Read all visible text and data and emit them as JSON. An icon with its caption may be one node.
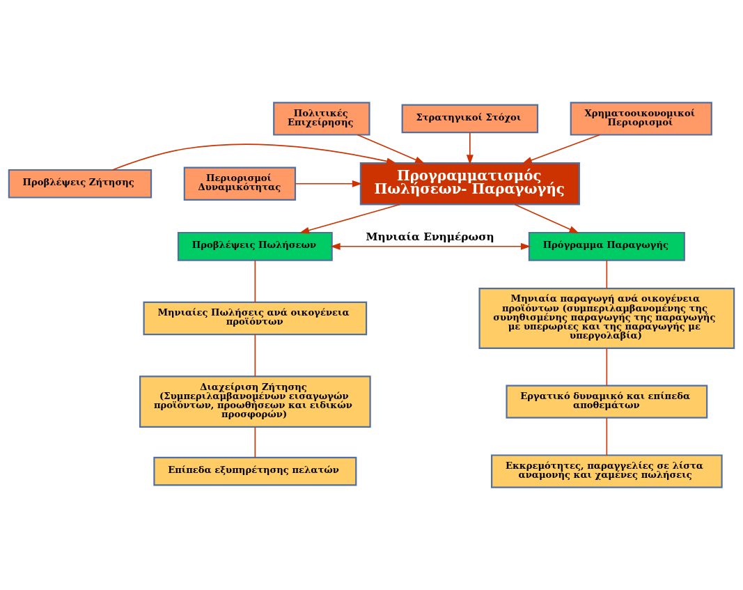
{
  "diagram": {
    "nodes": [
      {
        "text": [
          "Πολιτικές Επιχείρησης"
        ]
      },
      {
        "text": [
          "Στρατηγικοί Στόχοι"
        ]
      },
      {
        "text": [
          "Χρηματοοικονομικοί Περιορισμοί"
        ]
      },
      {
        "text": [
          "Προβλέψεις Ζήτησης"
        ]
      },
      {
        "text": [
          "Προγραμματισμός Πωλήσεων- Παραγωγής"
        ]
      },
      {
        "text": [
          "Περιορισμοί Δυναμικότητας"
        ]
      },
      {
        "text": [
          "Προβλέψεις Πωλήσεων"
        ]
      },
      {
        "text": [
          "Πρόγραμμα Παραγωγής"
        ]
      },
      {
        "text": [
          "Μηνιαίες Πωλήσεις ανά οικογένεια προϊόντων"
        ]
      },
      {
        "text": [
          "Μηνιαία παραγωγή ανά οικογένεια προϊόντων (συμπεριλαμβανομένης της συνηθισμένης παραγωγής της παραγωγής με υπερωρίες και της παραγωγής με υπεργολαβία)"
        ]
      },
      {
        "text": [
          "Διαχείριση Ζήτησης (Συμπεριλαμβανομένων εισαγωγών προϊόντων, προωθήσεων και ειδικών προσφορών)"
        ]
      },
      {
        "text": [
          "Εργατικό δυναμικό και επίπεδα αποθεμάτων"
        ]
      },
      {
        "text": [
          "Επίπεδα εξυπηρέτησης πελατών"
        ]
      },
      {
        "text": [
          "Εκκρεμότητες, παραγγελίες σε λίστα αναμονής και χαμένες πωλήσεις"
        ]
      }
    ],
    "edges": [
      {
        "from": 0,
        "to": 4,
        "arrow": "to"
      },
      {
        "from": 1,
        "to": 4,
        "arrow": "to"
      },
      {
        "from": 2,
        "to": 4,
        "arrow": "to"
      },
      {
        "from": 3,
        "to": 4,
        "arrow": "to"
      },
      {
        "from": 5,
        "to": 4,
        "arrow": "to"
      },
      {
        "from": 4,
        "to": 6,
        "arrow": "to"
      },
      {
        "from": 4,
        "to": 7,
        "arrow": "to"
      },
      {
        "from": 6,
        "to": 7,
        "arrow": "both",
        "label": "Μηνιαία Ενημέρωση"
      },
      {
        "from": 6,
        "to": 8,
        "arrow": "none"
      },
      {
        "from": 8,
        "to": 10,
        "arrow": "none"
      },
      {
        "from": 10,
        "to": 12,
        "arrow": "none"
      },
      {
        "from": 7,
        "to": 9,
        "arrow": "none"
      },
      {
        "from": 9,
        "to": 11,
        "arrow": "none"
      },
      {
        "from": 11,
        "to": 13,
        "arrow": "none"
      }
    ]
  }
}
